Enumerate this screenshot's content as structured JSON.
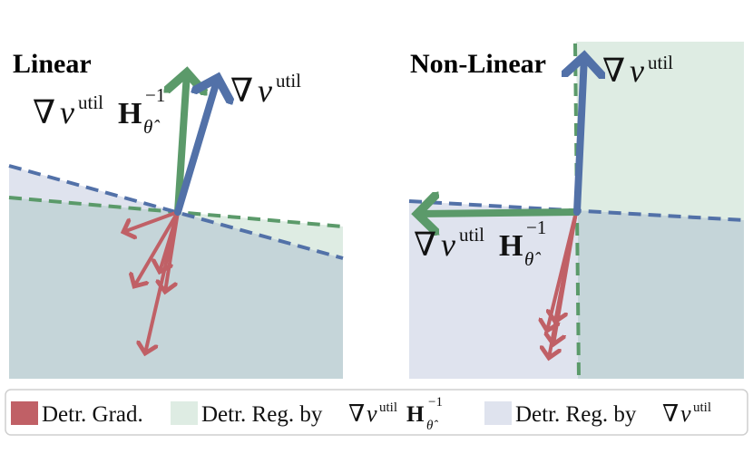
{
  "panels": {
    "linear": {
      "title": "Linear"
    },
    "nonlinear": {
      "title": "Non-Linear"
    }
  },
  "labels": {
    "nabla": "∇",
    "v": "v",
    "util": "util",
    "H": "H",
    "theta_hat": "θ̂",
    "minus_one": "−1"
  },
  "legend": {
    "grad": "Detr. Grad.",
    "reg_h": "Detr. Reg. by",
    "reg_v": "Detr. Reg. by"
  },
  "colors": {
    "green": "#5b9a6a",
    "blue": "#5271a8",
    "red": "#c06066",
    "green_region": "#deece3",
    "blue_region": "#dfe3ee",
    "overlap_region": "#c5d5d9"
  }
}
